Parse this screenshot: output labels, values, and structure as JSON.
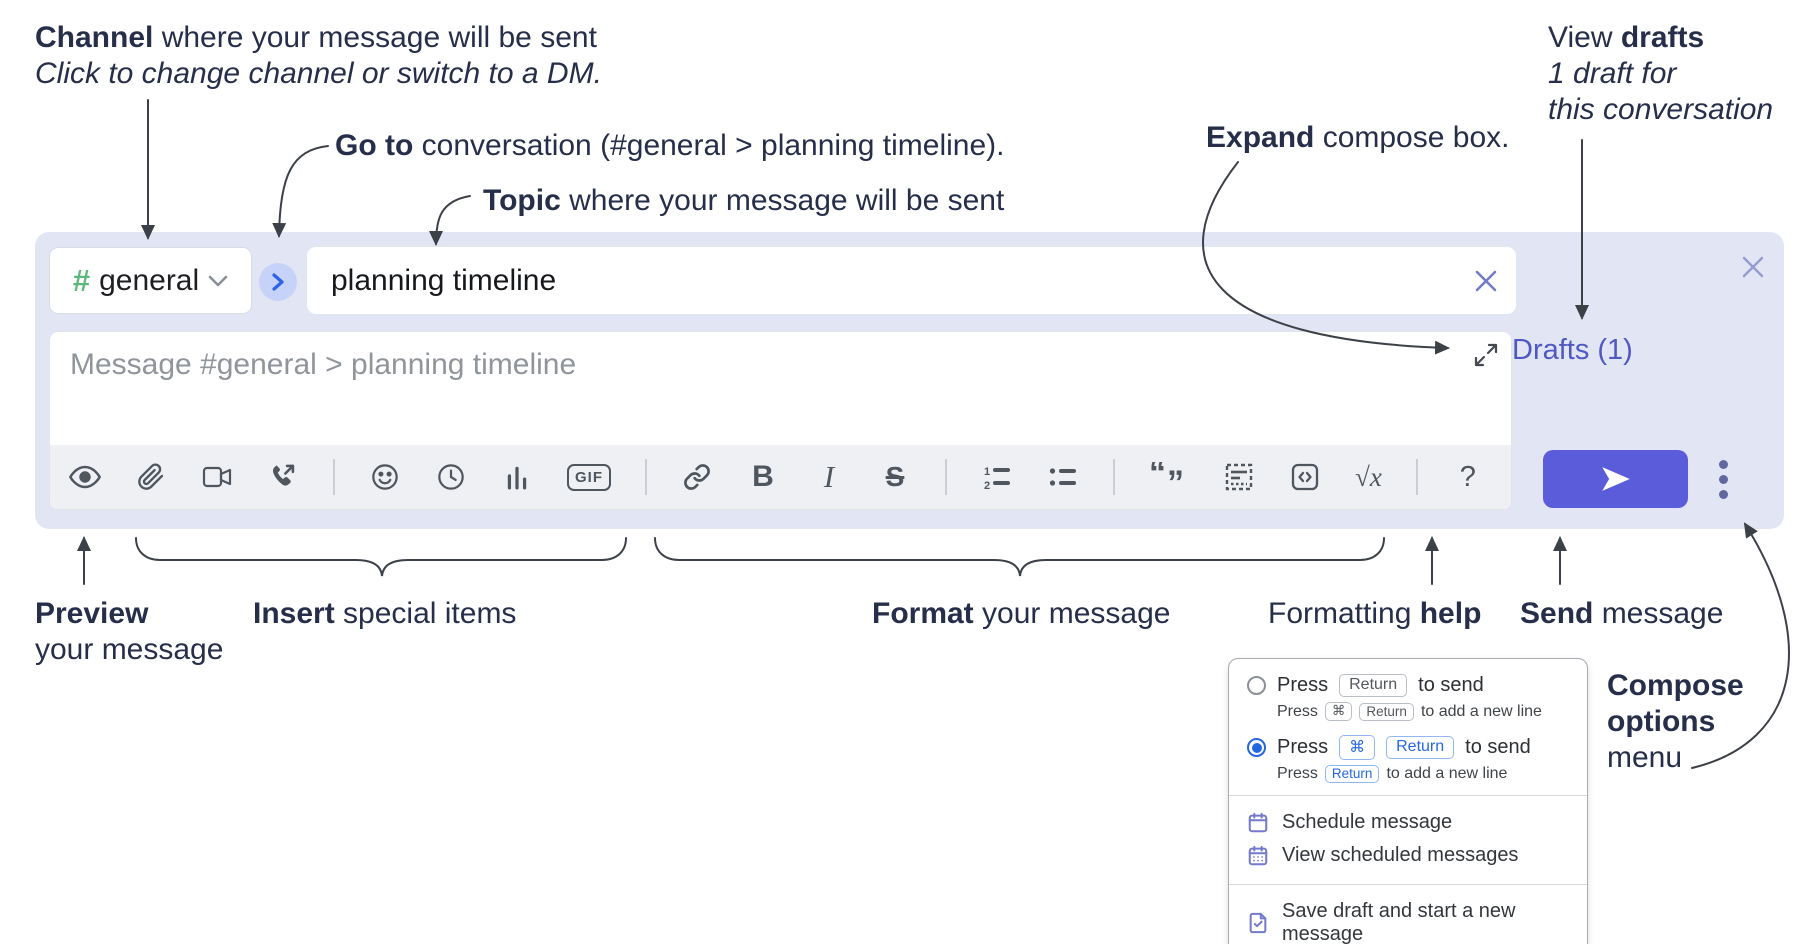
{
  "annotations": {
    "channel": {
      "bold": "Channel",
      "rest": " where your message will be sent",
      "line2": "Click to change channel or switch to a DM."
    },
    "goto": {
      "bold": "Go to",
      "rest": " conversation (#general > planning timeline)."
    },
    "topic": {
      "bold": "Topic",
      "rest": " where your message will be sent"
    },
    "expand": {
      "bold": "Expand",
      "rest": " compose box."
    },
    "drafts": {
      "pre": "View ",
      "bold": "drafts",
      "line2": "1 draft for",
      "line3": "this conversation"
    },
    "preview": {
      "bold": "Preview",
      "line2": "your message"
    },
    "insert": {
      "bold": "Insert",
      "rest": " special items"
    },
    "format": {
      "bold": "Format",
      "rest": " your message"
    },
    "help": {
      "pre": "Formatting ",
      "bold": "help"
    },
    "send": {
      "bold": "Send",
      "rest": " message"
    },
    "compose_options": {
      "bold1": "Compose",
      "bold2": "options",
      "rest": "menu"
    }
  },
  "compose": {
    "channel": {
      "hash": "#",
      "name": "general"
    },
    "topic_value": "planning timeline",
    "message_placeholder": "Message #general > planning timeline",
    "drafts_label": "Drafts (1)",
    "toolbar": {
      "bold": "B",
      "italic": "I",
      "strike": "S",
      "gif": "GIF",
      "math": "√x",
      "help": "?",
      "ordered_1": "1",
      "ordered_2": "2",
      "quote_open": "“",
      "quote_close": "”"
    }
  },
  "menu": {
    "opt1": {
      "press": "Press",
      "key1": "Return",
      "suffix": "to send"
    },
    "opt1_sub": {
      "press": "Press",
      "key1": "⌘",
      "key2": "Return",
      "suffix": "to add a new line"
    },
    "opt2": {
      "press": "Press",
      "key1": "⌘",
      "key2": "Return",
      "suffix": "to send"
    },
    "opt2_sub": {
      "press": "Press",
      "key1": "Return",
      "suffix": "to add a new line"
    },
    "items": [
      {
        "label": "Schedule message"
      },
      {
        "label": "View scheduled messages"
      },
      {
        "label": "Save draft and start a new message"
      }
    ]
  },
  "colors": {
    "compose_bg": "#e2e5f4",
    "send_button": "#5a5cda",
    "drafts_link": "#5058c2",
    "channel_hash_green": "#5cb87c",
    "goto_circle_bg": "#c6d2f8",
    "goto_chevron_blue": "#2b63e9",
    "radio_selected_blue": "#2267e0",
    "menu_icon_purple": "#7479ce",
    "annotation_text": "#262e49",
    "toolbar_icon": "#4f565e"
  }
}
